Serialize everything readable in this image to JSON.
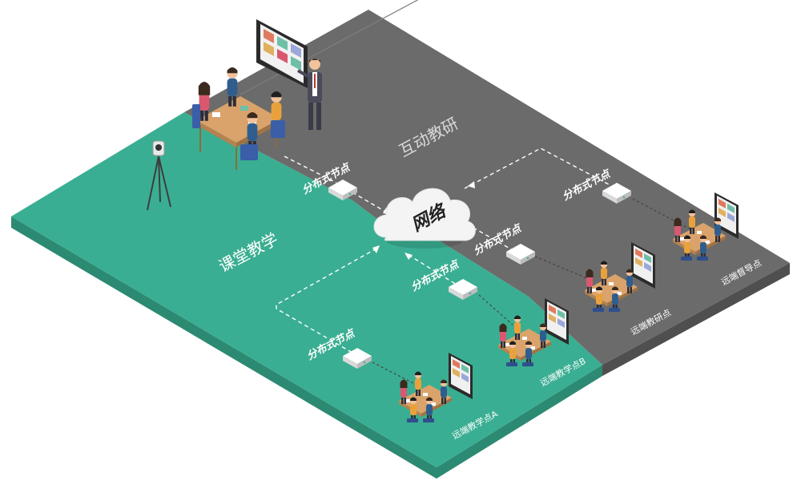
{
  "zones": {
    "classroom": {
      "label": "课堂教学",
      "color": "#3aae92"
    },
    "research": {
      "label": "互动教研",
      "color": "#6b6b6b"
    }
  },
  "network": {
    "label": "网络"
  },
  "node_label": "分布式节点",
  "sites": {
    "teach_a": "远端教学点A",
    "teach_b": "远端教学点B",
    "research": "远端教研点",
    "supervise": "远端督导点"
  },
  "colors": {
    "green": "#3aae92",
    "green_side": "#2c8a73",
    "grey": "#6b6b6b",
    "grey_side": "#4f4f4f",
    "cloud": "#f4f4f4",
    "node_box": "#f2f2f2"
  }
}
